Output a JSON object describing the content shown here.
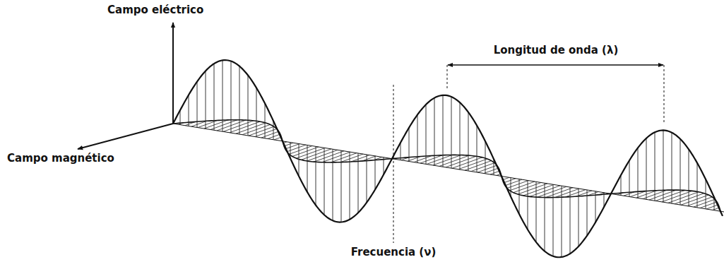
{
  "diagram": {
    "labels": [
      "Campo eléctrico",
      "Longitud de onda (λ)",
      "Campo magnético",
      "Frecuencia (ν)"
    ]
  }
}
